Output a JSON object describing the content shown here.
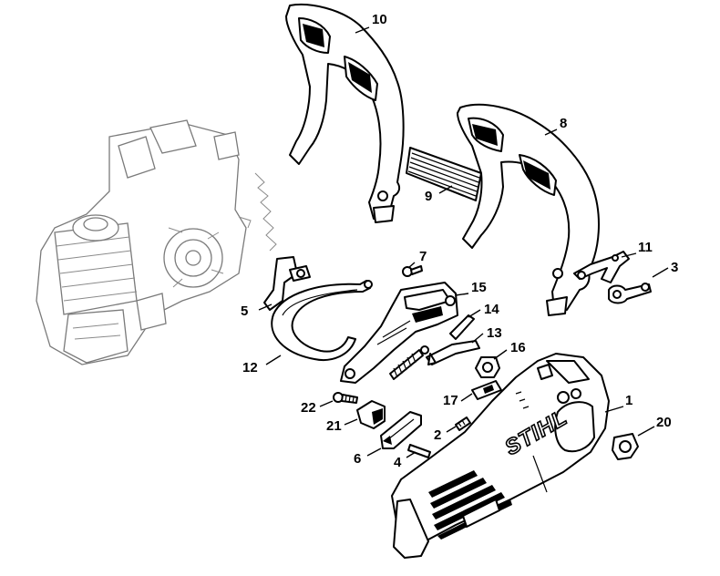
{
  "brand_logo": "STIHL",
  "callouts": [
    {
      "id": "1",
      "label": "1"
    },
    {
      "id": "2",
      "label": "2"
    },
    {
      "id": "3",
      "label": "3"
    },
    {
      "id": "4",
      "label": "4"
    },
    {
      "id": "5",
      "label": "5"
    },
    {
      "id": "6",
      "label": "6"
    },
    {
      "id": "7",
      "label": "7"
    },
    {
      "id": "8",
      "label": "8"
    },
    {
      "id": "9",
      "label": "9"
    },
    {
      "id": "10",
      "label": "10"
    },
    {
      "id": "11",
      "label": "11"
    },
    {
      "id": "12",
      "label": "12"
    },
    {
      "id": "13",
      "label": "13"
    },
    {
      "id": "14",
      "label": "14"
    },
    {
      "id": "15",
      "label": "15"
    },
    {
      "id": "16",
      "label": "16"
    },
    {
      "id": "17",
      "label": "17"
    },
    {
      "id": "20",
      "label": "20"
    },
    {
      "id": "21",
      "label": "21"
    },
    {
      "id": "22",
      "label": "22"
    }
  ],
  "colors": {
    "line": "#000000",
    "background": "#ffffff",
    "engine_line": "#7a7a7a"
  }
}
